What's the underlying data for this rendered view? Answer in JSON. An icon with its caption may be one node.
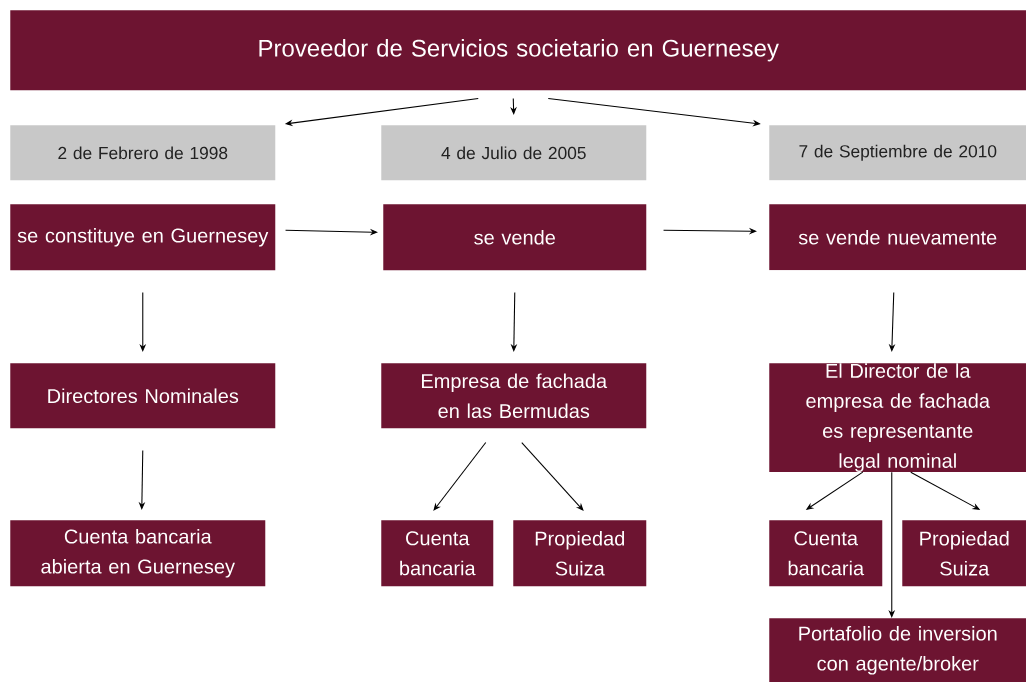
{
  "diagram": {
    "nodes": [
      {
        "text": [
          "Proveedor de Servicios societario en Guernesey"
        ]
      },
      {
        "text": [
          "2 de Febrero de 1998"
        ]
      },
      {
        "text": [
          "4 de Julio de 2005"
        ]
      },
      {
        "text": [
          "7 de Septiembre de 2010"
        ]
      },
      {
        "text": [
          "se constituye en Guernesey"
        ]
      },
      {
        "text": [
          "se vende"
        ]
      },
      {
        "text": [
          "se vende nuevamente"
        ]
      },
      {
        "text": [
          "Directores Nominales"
        ]
      },
      {
        "text": [
          "Empresa de fachada en las Bermudas"
        ]
      },
      {
        "text": [
          "El Director de la empresa de fachada es representante legal nominal"
        ]
      },
      {
        "text": [
          "Cuenta bancaria abierta en Guernesey"
        ]
      },
      {
        "text": [
          "Cuenta bancaria"
        ]
      },
      {
        "text": [
          "Propiedad Suiza"
        ]
      },
      {
        "text": [
          "Cuenta bancaria"
        ]
      },
      {
        "text": [
          "Propiedad Suiza"
        ]
      },
      {
        "text": [
          "Portafolio de inversion con agente/broker"
        ]
      }
    ],
    "edges": [
      {
        "from": 0,
        "to": 1,
        "arrow": "to"
      },
      {
        "from": 0,
        "to": 2,
        "arrow": "to"
      },
      {
        "from": 0,
        "to": 3,
        "arrow": "to"
      },
      {
        "from": 4,
        "to": 5,
        "arrow": "to"
      },
      {
        "from": 5,
        "to": 6,
        "arrow": "to"
      },
      {
        "from": 4,
        "to": 7,
        "arrow": "to"
      },
      {
        "from": 7,
        "to": 10,
        "arrow": "to"
      },
      {
        "from": 5,
        "to": 8,
        "arrow": "to"
      },
      {
        "from": 8,
        "to": 11,
        "arrow": "to"
      },
      {
        "from": 8,
        "to": 12,
        "arrow": "to"
      },
      {
        "from": 6,
        "to": 9,
        "arrow": "to"
      },
      {
        "from": 9,
        "to": 13,
        "arrow": "to"
      },
      {
        "from": 9,
        "to": 14,
        "arrow": "to"
      },
      {
        "from": 9,
        "to": 15,
        "arrow": "to"
      }
    ]
  }
}
